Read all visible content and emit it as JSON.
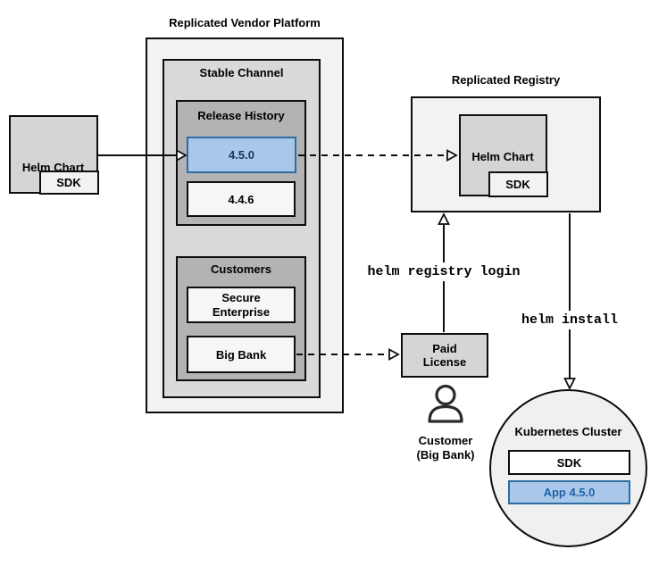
{
  "colors": {
    "accent_fill": "#a9c7e8",
    "accent_border": "#2e6da4",
    "release_text": "#17375e",
    "app_text": "#1f62a7",
    "container_lightest": "#f2f2f2",
    "container_light": "#d9d9d9",
    "container_dark": "#b3b3b3",
    "node_gray": "#d5d5d5"
  },
  "vendor": {
    "title": "Replicated Vendor Platform",
    "stable_label": "Stable Channel",
    "release_label": "Release History",
    "release_450": "4.5.0",
    "release_446": "4.4.6",
    "customers_label": "Customers",
    "customer_secure": "Secure Enterprise",
    "customer_bigbank": "Big Bank"
  },
  "source": {
    "helm_label": "Helm Chart",
    "sdk_label": "SDK"
  },
  "registry": {
    "title": "Replicated Registry",
    "helm_label": "Helm Chart",
    "sdk_label": "SDK"
  },
  "license": {
    "label": "Paid License"
  },
  "customer": {
    "line1": "Customer",
    "line2": "(Big Bank)"
  },
  "cluster": {
    "title": "Kubernetes Cluster",
    "sdk_label": "SDK",
    "app_label": "App 4.5.0"
  },
  "commands": {
    "login": "helm registry login",
    "install": "helm install"
  }
}
